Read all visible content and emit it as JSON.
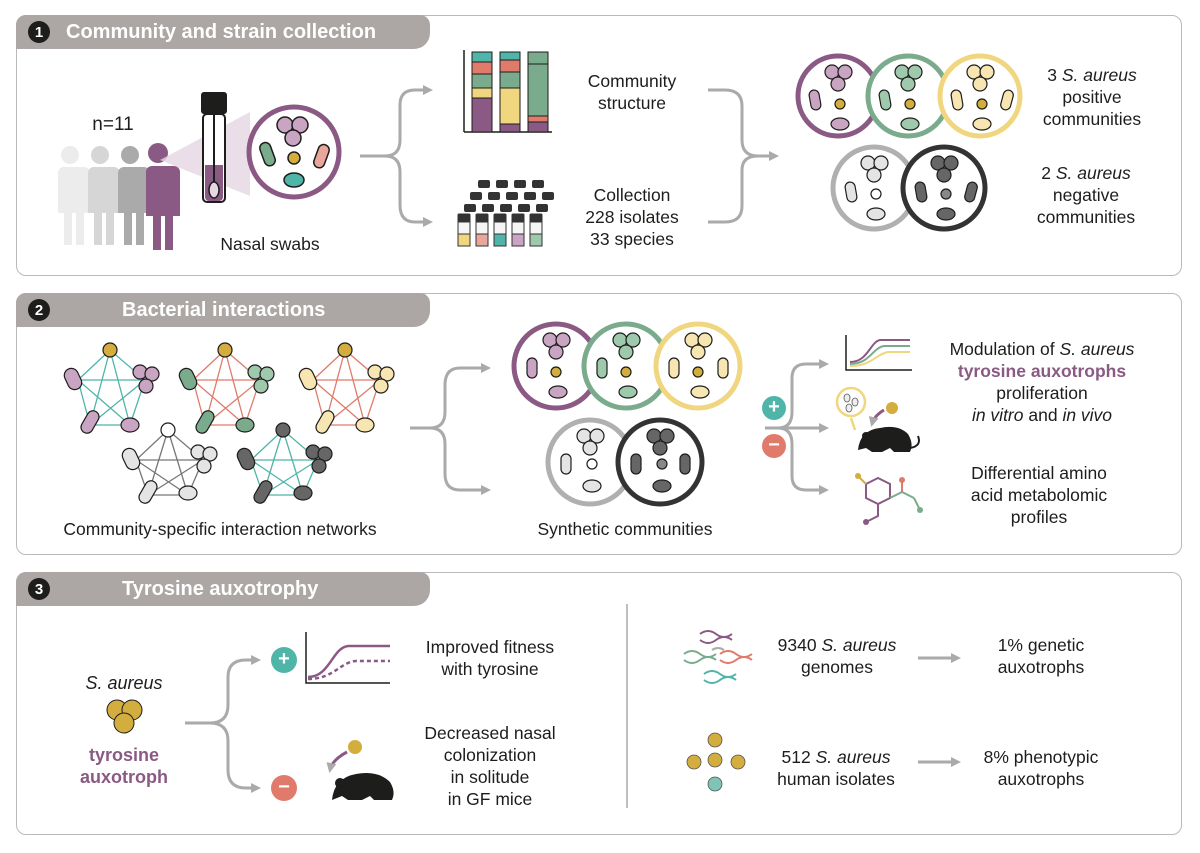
{
  "colors": {
    "purple": "#8a5a84",
    "green": "#7aab8c",
    "yellow": "#f0d67e",
    "grey": "#b0b0b0",
    "black": "#333333",
    "teal": "#4fb5a8",
    "salmon": "#e07a6a",
    "gold": "#d3ad3d"
  },
  "panel1": {
    "num": "1",
    "title": "Community and strain collection",
    "n_label": "n=11",
    "swabs_label": "Nasal swabs",
    "structure_line1": "Community",
    "structure_line2": "structure",
    "collection_line1": "Collection",
    "collection_line2": "228 isolates",
    "collection_line3": "33 species",
    "pos_count": "3",
    "pos_species": "S. aureus",
    "pos_line2": "positive",
    "pos_line3": "communities",
    "neg_count": "2",
    "neg_species": "S. aureus",
    "neg_line2": "negative",
    "neg_line3": "communities"
  },
  "panel2": {
    "num": "2",
    "title": "Bacterial interactions",
    "networks_label": "Community-specific interaction networks",
    "synthetic_label": "Synthetic communities",
    "plus": "+",
    "minus": "−",
    "mod_prefix": "Modulation of ",
    "mod_species": "S. aureus",
    "mod_line2": "tyrosine auxotrophs",
    "mod_line3": "proliferation",
    "mod_line4_a": "in vitro",
    "mod_line4_b": " and ",
    "mod_line4_c": "in vivo",
    "diff_line1": "Differential amino",
    "diff_line2": "acid metabolomic",
    "diff_line3": "profiles"
  },
  "panel3": {
    "num": "3",
    "title": "Tyrosine auxotrophy",
    "species": "S. aureus",
    "aux_line1": "tyrosine",
    "aux_line2": "auxotroph",
    "plus": "+",
    "minus": "−",
    "fit_line1": "Improved fitness",
    "fit_line2": "with tyrosine",
    "dec_line1": "Decreased nasal",
    "dec_line2": "colonization",
    "dec_line3": "in solitude",
    "dec_line4": "in GF mice",
    "gen_count": "9340",
    "gen_species": "S. aureus",
    "gen_line2": "genomes",
    "gen_result1": "1% genetic",
    "gen_result2": "auxotrophs",
    "iso_count": "512",
    "iso_species": "S. aureus",
    "iso_line2": "human isolates",
    "iso_result1": "8% phenotypic",
    "iso_result2": "auxotrophs"
  }
}
